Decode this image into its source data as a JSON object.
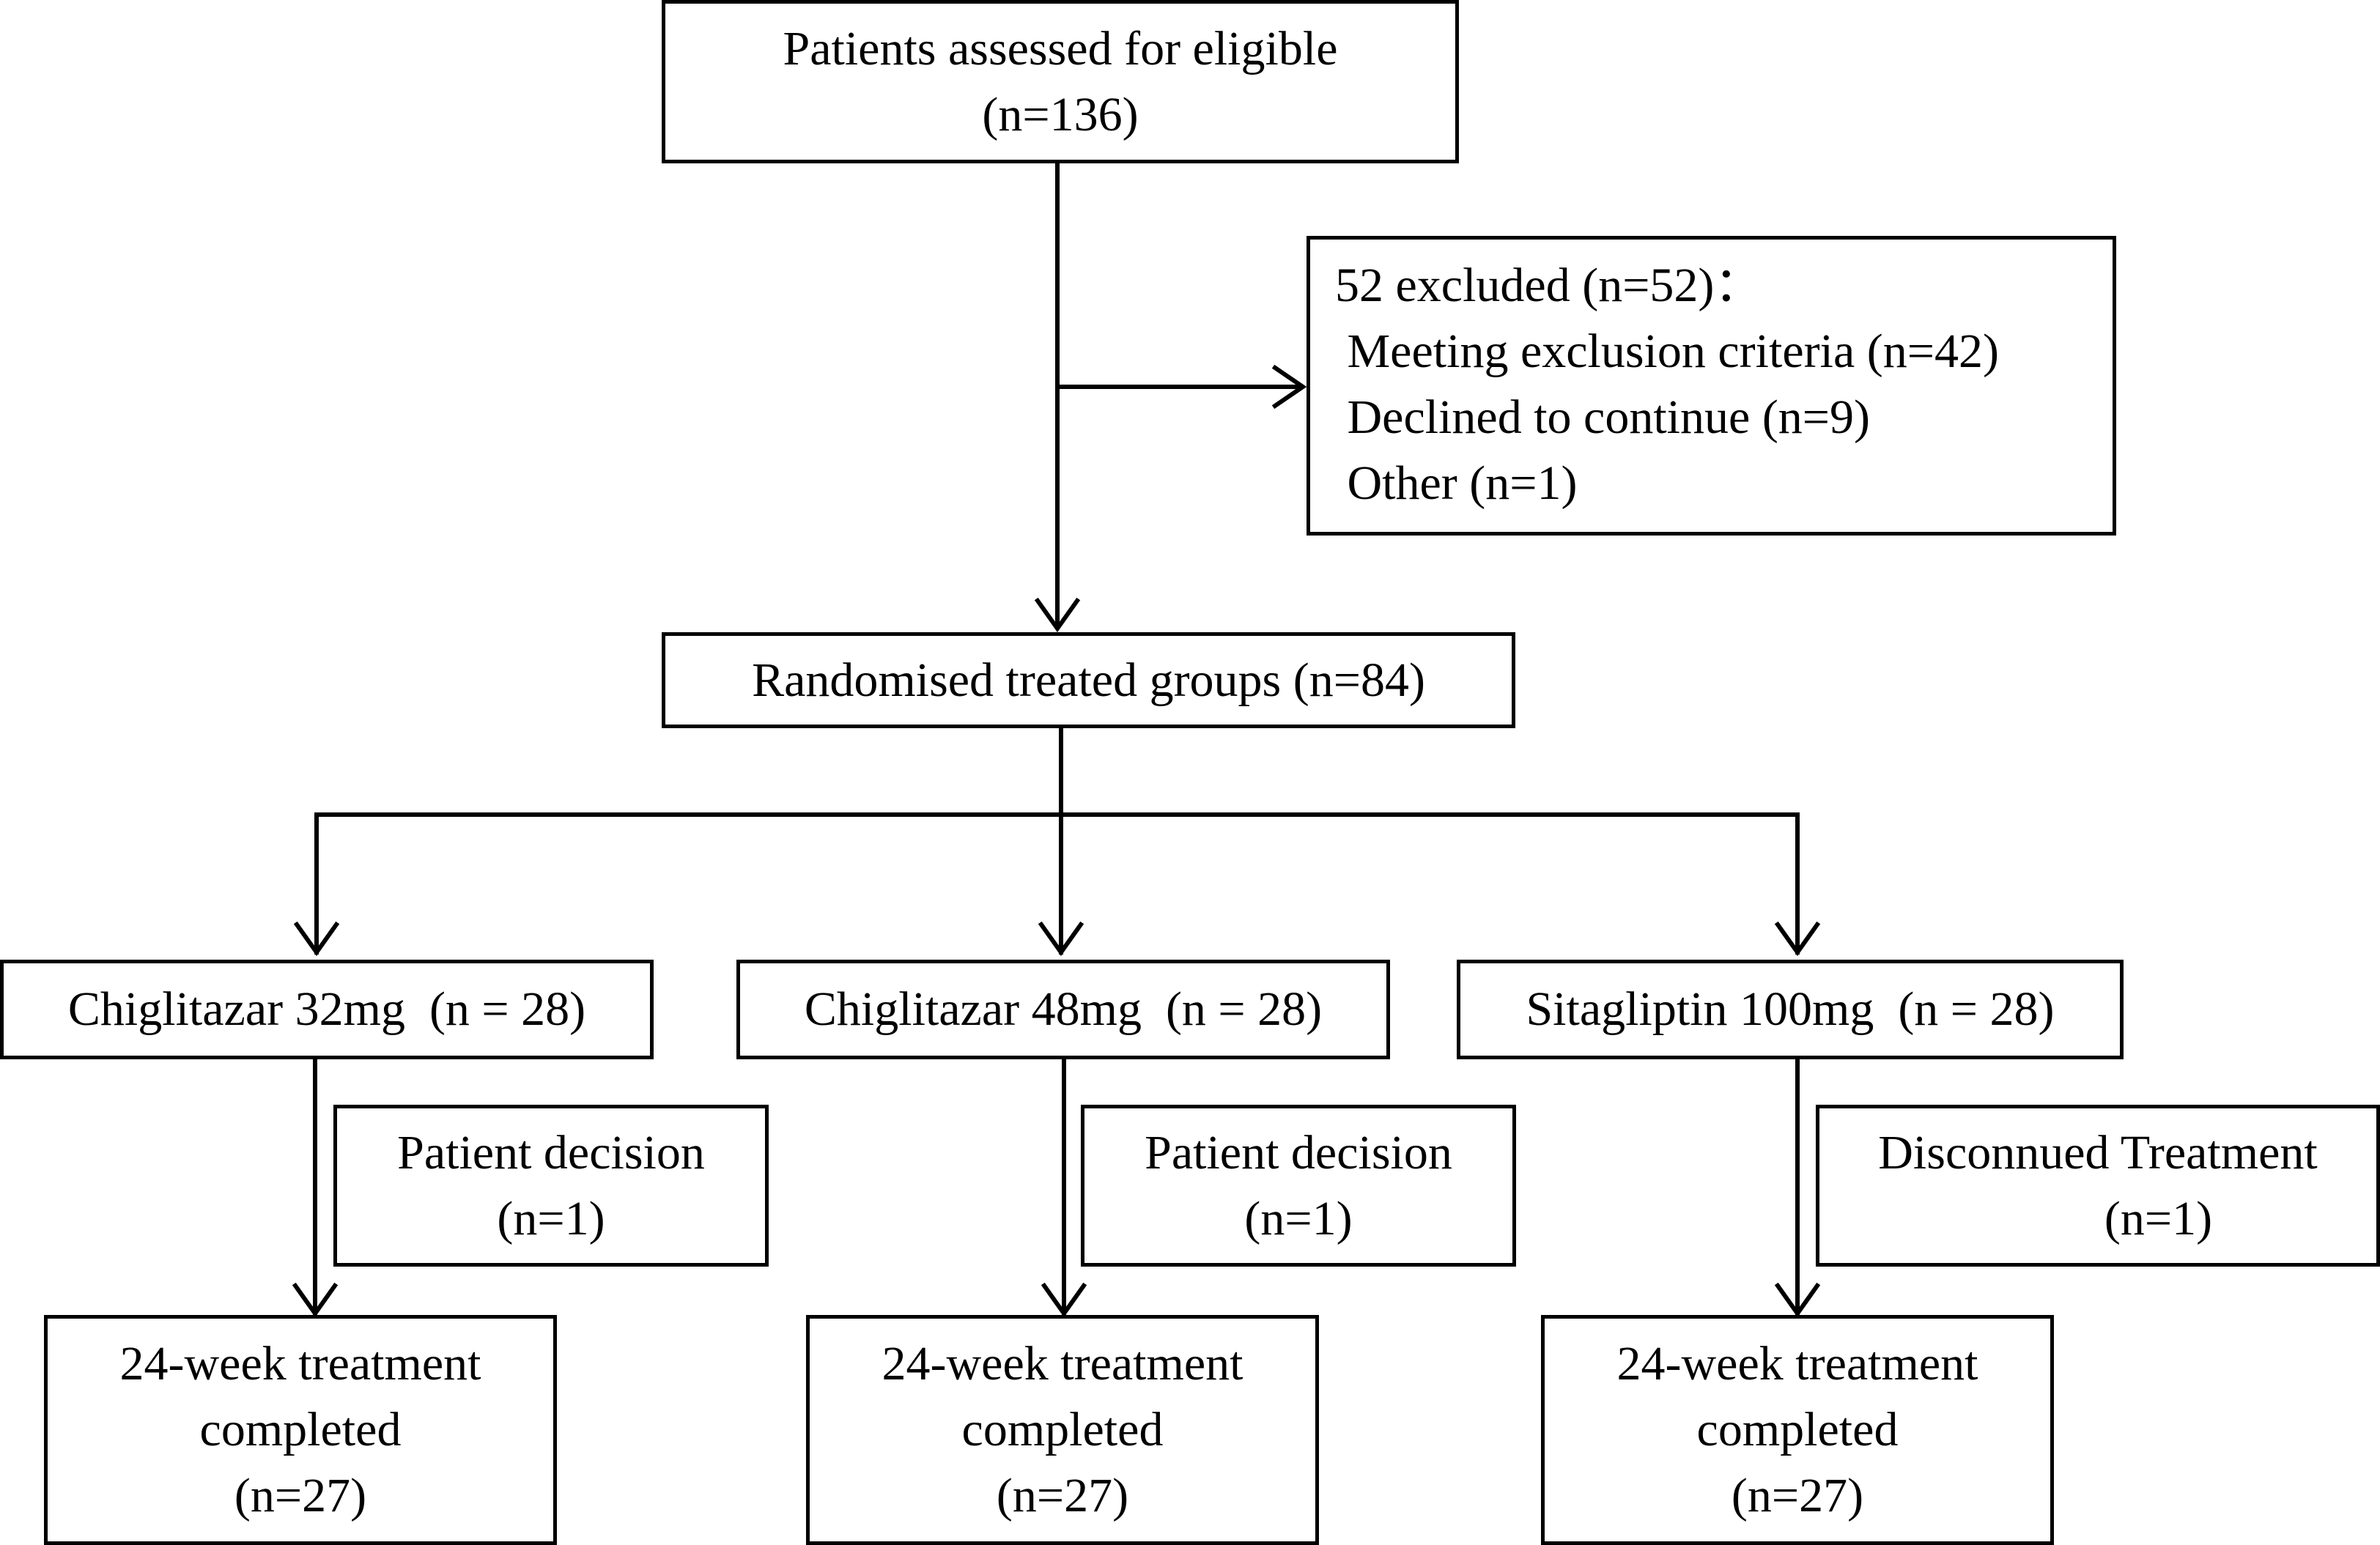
{
  "assessed": {
    "line1": "Patients assessed for eligible",
    "line2": "(n=136)"
  },
  "excluded": {
    "title": "52 excluded (n=52)：",
    "reasons": [
      " Meeting exclusion criteria (n=42)",
      " Declined to continue (n=9)",
      " Other (n=1)"
    ]
  },
  "randomised": {
    "label": "Randomised treated groups (n=84)"
  },
  "arms": [
    {
      "label": "Chiglitazar 32mg  (n = 28)",
      "dropout": {
        "line1": "Patient decision",
        "line2": "(n=1)"
      },
      "completed": {
        "line1": "24-week treatment",
        "line2": "completed",
        "line3": "(n=27)"
      }
    },
    {
      "label": "Chiglitazar 48mg  (n = 28)",
      "dropout": {
        "line1": "Patient decision",
        "line2": "(n=1)"
      },
      "completed": {
        "line1": "24-week treatment",
        "line2": "completed",
        "line3": "(n=27)"
      }
    },
    {
      "label": "Sitagliptin 100mg  (n = 28)",
      "dropout": {
        "line1": "Disconnued Treatment",
        "line2": "          (n=1)"
      },
      "completed": {
        "line1": "24-week treatment",
        "line2": "completed",
        "line3": "(n=27)"
      }
    }
  ]
}
